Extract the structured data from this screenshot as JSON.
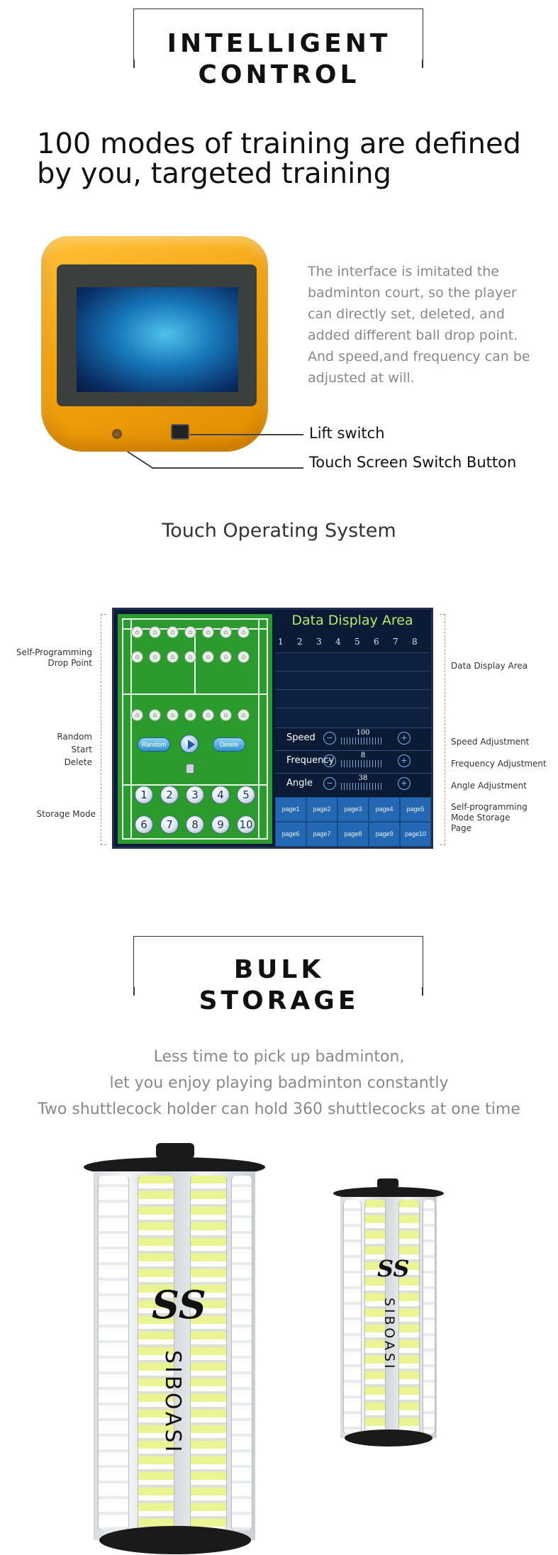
{
  "intelligent_control": {
    "heading_line1": "INTELLIGENT",
    "heading_line2": "CONTROL",
    "subtitle_line1": "100 modes of training are defined",
    "subtitle_line2": "by you, targeted training",
    "description": "The interface is imitated the badminton court, so the player can directly set, deleted, and added different ball drop point. And speed,and frequency can be adjusted at will.",
    "lift_switch_label": "Lift switch",
    "touch_switch_label": "Touch Screen Switch Button"
  },
  "touch_system": {
    "title": "Touch Operating System",
    "data_display_title": "Data Display Area",
    "data_numbers": [
      "1",
      "2",
      "3",
      "4",
      "5",
      "6",
      "7",
      "8"
    ],
    "random_label": "Random",
    "delete_label": "Delete",
    "storage_numbers": [
      "1",
      "2",
      "3",
      "4",
      "5",
      "6",
      "7",
      "8",
      "9",
      "10"
    ],
    "speed": {
      "label": "Speed",
      "value": "100"
    },
    "frequency": {
      "label": "Frequency",
      "value": "8"
    },
    "angle": {
      "label": "Angle",
      "value": "38"
    },
    "pages": [
      "page1",
      "page2",
      "page3",
      "page4",
      "page5",
      "page6",
      "page7",
      "page8",
      "page9",
      "page10"
    ],
    "left_labels": {
      "drop_point": "Self-Programming\nDrop Point",
      "random_start_delete": "Random\nStart\nDelete",
      "storage_mode": "Storage Mode"
    },
    "right_labels": {
      "data_display": "Data Display Area",
      "speed": "Speed Adjustment",
      "frequency": "Frequency Adjustment",
      "angle": "Angle Adjustment",
      "storage_page": "Self-programming\nMode Storage\nPage"
    }
  },
  "bulk_storage": {
    "heading_line1": "BULK",
    "heading_line2": "STORAGE",
    "line1": "Less time to pick up badminton,",
    "line2": "let you enjoy playing badminton constantly",
    "line3": "Two shuttlecock holder can hold 360 shuttlecocks at one time"
  },
  "brand": {
    "logo": "SS",
    "name": "SIBOASI"
  },
  "colors": {
    "device_orange": "#f5a510",
    "court_green": "#2b9b2e",
    "panel_navy": "#0b1b36",
    "data_title_green": "#b8e86a"
  }
}
